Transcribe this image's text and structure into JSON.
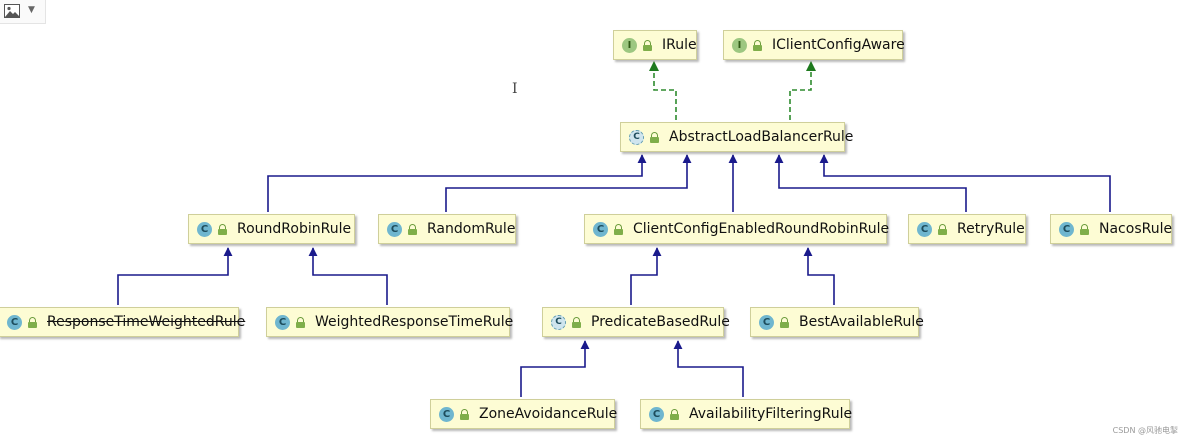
{
  "toolbar": {
    "image_icon": "image-icon",
    "dropdown_icon": "chevron-down-icon"
  },
  "cursor": {
    "icon": "text-cursor-icon",
    "glyph": "I"
  },
  "colors": {
    "node_fill": "#fdfcd4",
    "node_border": "#cfcf9a",
    "extends_edge": "#1a1a8c",
    "implements_edge": "#2e8b2e",
    "class_badge": "#6fb6cf",
    "interface_badge": "#9dc781"
  },
  "nodes": {
    "irule": {
      "kind": "interface",
      "badge": "I",
      "label": "IRule"
    },
    "iclientconfigaware": {
      "kind": "interface",
      "badge": "I",
      "label": "IClientConfigAware"
    },
    "abstractloadbalancerrule": {
      "kind": "abstract-class",
      "badge": "C",
      "label": "AbstractLoadBalancerRule"
    },
    "roundrobinrule": {
      "kind": "class",
      "badge": "C",
      "label": "RoundRobinRule"
    },
    "randomrule": {
      "kind": "class",
      "badge": "C",
      "label": "RandomRule"
    },
    "clientconfigenabledroundrobinrule": {
      "kind": "class",
      "badge": "C",
      "label": "ClientConfigEnabledRoundRobinRule"
    },
    "retryrule": {
      "kind": "class",
      "badge": "C",
      "label": "RetryRule"
    },
    "nacosrule": {
      "kind": "class",
      "badge": "C",
      "label": "NacosRule"
    },
    "responsetimeweightedrule": {
      "kind": "class",
      "badge": "C",
      "label": "ResponseTimeWeightedRule",
      "deprecated": true
    },
    "weightedresponsetimerule": {
      "kind": "class",
      "badge": "C",
      "label": "WeightedResponseTimeRule"
    },
    "predicatebasedrule": {
      "kind": "abstract-class",
      "badge": "C",
      "label": "PredicateBasedRule"
    },
    "bestavailablerule": {
      "kind": "class",
      "badge": "C",
      "label": "BestAvailableRule"
    },
    "zoneavoidancerule": {
      "kind": "class",
      "badge": "C",
      "label": "ZoneAvoidanceRule"
    },
    "availabilityfilteringrule": {
      "kind": "class",
      "badge": "C",
      "label": "AvailabilityFilteringRule"
    }
  },
  "edges": [
    {
      "from": "abstractloadbalancerrule",
      "to": "irule",
      "type": "implements"
    },
    {
      "from": "abstractloadbalancerrule",
      "to": "iclientconfigaware",
      "type": "implements"
    },
    {
      "from": "roundrobinrule",
      "to": "abstractloadbalancerrule",
      "type": "extends"
    },
    {
      "from": "randomrule",
      "to": "abstractloadbalancerrule",
      "type": "extends"
    },
    {
      "from": "clientconfigenabledroundrobinrule",
      "to": "abstractloadbalancerrule",
      "type": "extends"
    },
    {
      "from": "retryrule",
      "to": "abstractloadbalancerrule",
      "type": "extends"
    },
    {
      "from": "nacosrule",
      "to": "abstractloadbalancerrule",
      "type": "extends"
    },
    {
      "from": "responsetimeweightedrule",
      "to": "roundrobinrule",
      "type": "extends"
    },
    {
      "from": "weightedresponsetimerule",
      "to": "roundrobinrule",
      "type": "extends"
    },
    {
      "from": "predicatebasedrule",
      "to": "clientconfigenabledroundrobinrule",
      "type": "extends"
    },
    {
      "from": "bestavailablerule",
      "to": "clientconfigenabledroundrobinrule",
      "type": "extends"
    },
    {
      "from": "zoneavoidancerule",
      "to": "predicatebasedrule",
      "type": "extends"
    },
    {
      "from": "availabilityfilteringrule",
      "to": "predicatebasedrule",
      "type": "extends"
    }
  ],
  "watermark": "CSDN @风驰电掣"
}
